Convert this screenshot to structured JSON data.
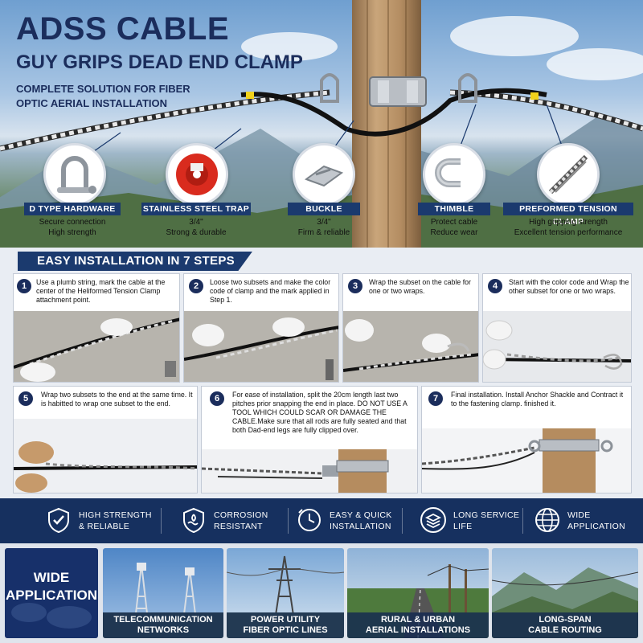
{
  "header": {
    "title": "ADSS CABLE",
    "subtitle": "GUY GRIPS DEAD END CLAMP",
    "description": "COMPLETE SOLUTION FOR FIBER OPTIC AERIAL INSTALLATION"
  },
  "parts": [
    {
      "name": "D TYPE HARDWARE",
      "line1": "Secure connection",
      "line2": "High strength",
      "icon": "shackle-icon"
    },
    {
      "name": "STAINLESS STEEL TRAP",
      "line1": "3/4\"",
      "line2": "Strong & durable",
      "icon": "steel-strap-icon"
    },
    {
      "name": "BUCKLE",
      "line1": "3/4\"",
      "line2": "Firm & reliable",
      "icon": "buckle-icon"
    },
    {
      "name": "THIMBLE",
      "line1": "Protect cable",
      "line2": "Reduce wear",
      "icon": "thimble-icon"
    },
    {
      "name": "PREFORMED TENSION CLAMP",
      "line1": "High gripping strength",
      "line2": "Excellent tension performance",
      "icon": "tension-clamp-icon"
    }
  ],
  "steps_section": {
    "title": "EASY INSTALLATION IN 7 STEPS",
    "steps": [
      {
        "num": "1",
        "text": "Use a plumb string, mark the cable at the center of the Heliformed Tension Clamp attachment point."
      },
      {
        "num": "2",
        "text": "Loose two subsets and make the color code of clamp and the mark applied in Step 1."
      },
      {
        "num": "3",
        "text": "Wrap the subset on the cable for one or two wraps."
      },
      {
        "num": "4",
        "text": "Start with the color code and Wrap the other subset for one or two wraps."
      },
      {
        "num": "5",
        "text": "Wrap two subsets to the end at the same time. It is habitted to wrap one subset to the end."
      },
      {
        "num": "6",
        "text": "For ease of installation, split the 20cm length last two pitches prior snapping the end in place. DO NOT USE A TOOL WHICH COULD SCAR OR DAMAGE THE CABLE.Make sure that all rods are fully seated and that both Dad-end legs are fully clipped over."
      },
      {
        "num": "7",
        "text": "Final installation. Install Anchor Shackle and Contract it to the fastening clamp. finished it."
      }
    ]
  },
  "features": [
    {
      "line1": "HIGH STRENGTH",
      "line2": "& RELIABLE",
      "icon": "shield-check-icon"
    },
    {
      "line1": "CORROSION",
      "line2": "RESISTANT",
      "icon": "corrosion-shield-icon"
    },
    {
      "line1": "EASY & QUICK",
      "line2": "INSTALLATION",
      "icon": "clock-icon"
    },
    {
      "line1": "LONG SERVICE",
      "line2": "LIFE",
      "icon": "layers-icon"
    },
    {
      "line1": "WIDE",
      "line2": "APPLICATION",
      "icon": "globe-icon"
    }
  ],
  "applications": {
    "title_line1": "WIDE",
    "title_line2": "APPLICATION",
    "items": [
      {
        "line1": "TELECOMMUNICATION",
        "line2": "NETWORKS"
      },
      {
        "line1": "POWER UTILITY",
        "line2": "FIBER OPTIC LINES"
      },
      {
        "line1": "RURAL & URBAN",
        "line2": "AERIAL INSTALLATIONS"
      },
      {
        "line1": "LONG-SPAN",
        "line2": "CABLE ROUTING"
      }
    ]
  },
  "colors": {
    "navy": "#1b2d5c",
    "banner": "#1b3a6e",
    "feature_bar": "#16305f"
  }
}
